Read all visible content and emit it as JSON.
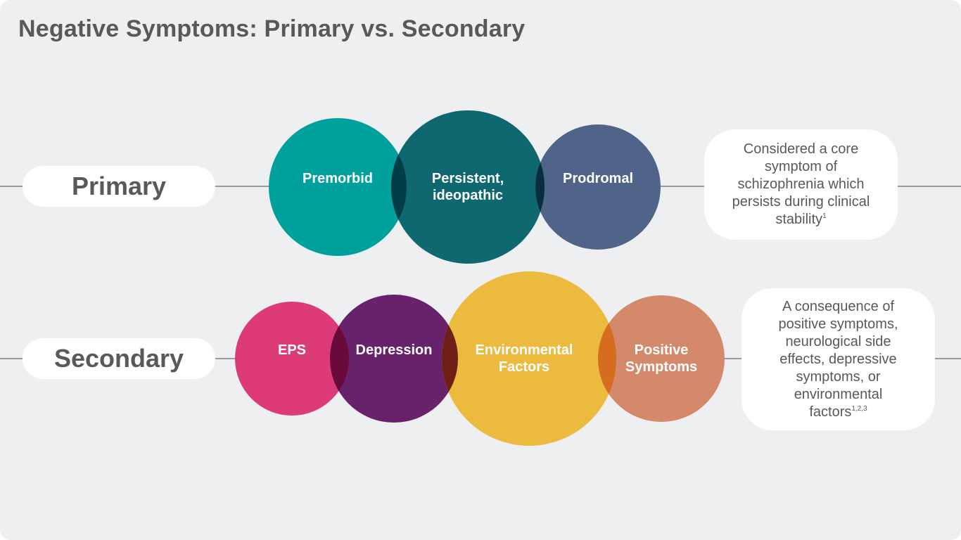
{
  "title": "Negative Symptoms: Primary vs. Secondary",
  "rows": {
    "primary": {
      "label": "Primary",
      "bubbles": [
        {
          "label": "Premorbid",
          "color": "#00a19c"
        },
        {
          "label": "Persistent, ideopathic",
          "line1": "Persistent,",
          "line2": "ideopathic",
          "color": "#0f6870"
        },
        {
          "label": "Prodromal",
          "color": "#4f6488"
        }
      ],
      "overlap_colors": [
        "#003e47",
        "#082d3f"
      ],
      "note": {
        "text": "Considered a core symptom of schizophrenia which persists during clinical stability",
        "line1": "Considered a core",
        "line2": "symptom of",
        "line3": "schizophrenia which",
        "line4": "persists during clinical",
        "line5": "stability",
        "superscript": "1"
      }
    },
    "secondary": {
      "label": "Secondary",
      "bubbles": [
        {
          "label": "EPS",
          "color": "#dd3b78"
        },
        {
          "label": "Depression",
          "color": "#68226b"
        },
        {
          "label": "Environmental Factors",
          "line1": "Environmental",
          "line2": "Factors",
          "color": "#ebba3f"
        },
        {
          "label": "Positive Symptoms",
          "line1": "Positive",
          "line2": "Symptoms",
          "color": "#d4896a"
        }
      ],
      "overlap_colors": [
        "#6a0a3a",
        "#6e2018",
        "#d66c1f"
      ],
      "note": {
        "text": "A consequence of positive symptoms, neurological side effects, depressive symptoms, or environmental factors",
        "line1": "A consequence of",
        "line2": "positive symptoms,",
        "line3": "neurological side",
        "line4": "effects, depressive",
        "line5": "symptoms, or",
        "line6": "environmental",
        "line7": "factors",
        "superscript": "1,2,3"
      }
    }
  },
  "colors": {
    "background": "#eeeff1",
    "text": "#58595b",
    "line": "#9a9b9d"
  }
}
